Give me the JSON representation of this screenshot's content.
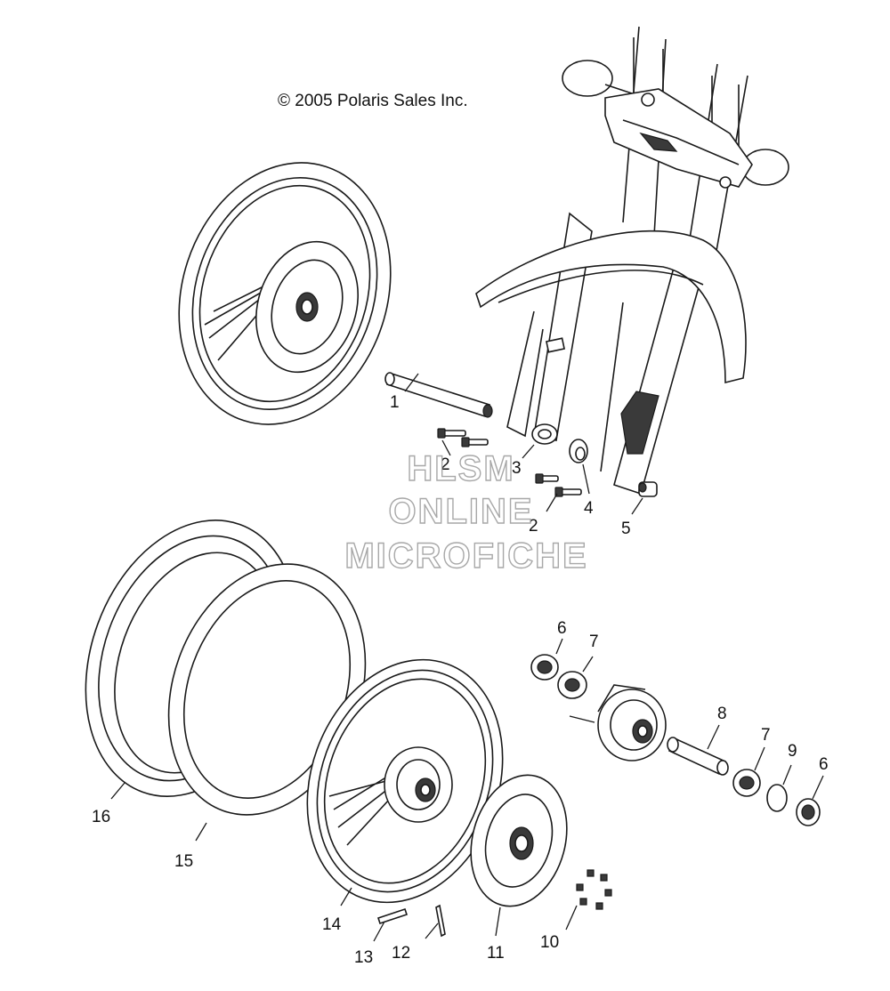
{
  "copyright": "© 2005 Polaris Sales Inc.",
  "watermark": {
    "line1": "HLSM",
    "line2": "ONLINE",
    "line3": "MICROFICHE"
  },
  "callouts": [
    "1",
    "2",
    "3",
    "4",
    "5",
    "2",
    "6",
    "7",
    "8",
    "7",
    "9",
    "6",
    "10",
    "11",
    "12",
    "13",
    "14",
    "15",
    "16"
  ]
}
